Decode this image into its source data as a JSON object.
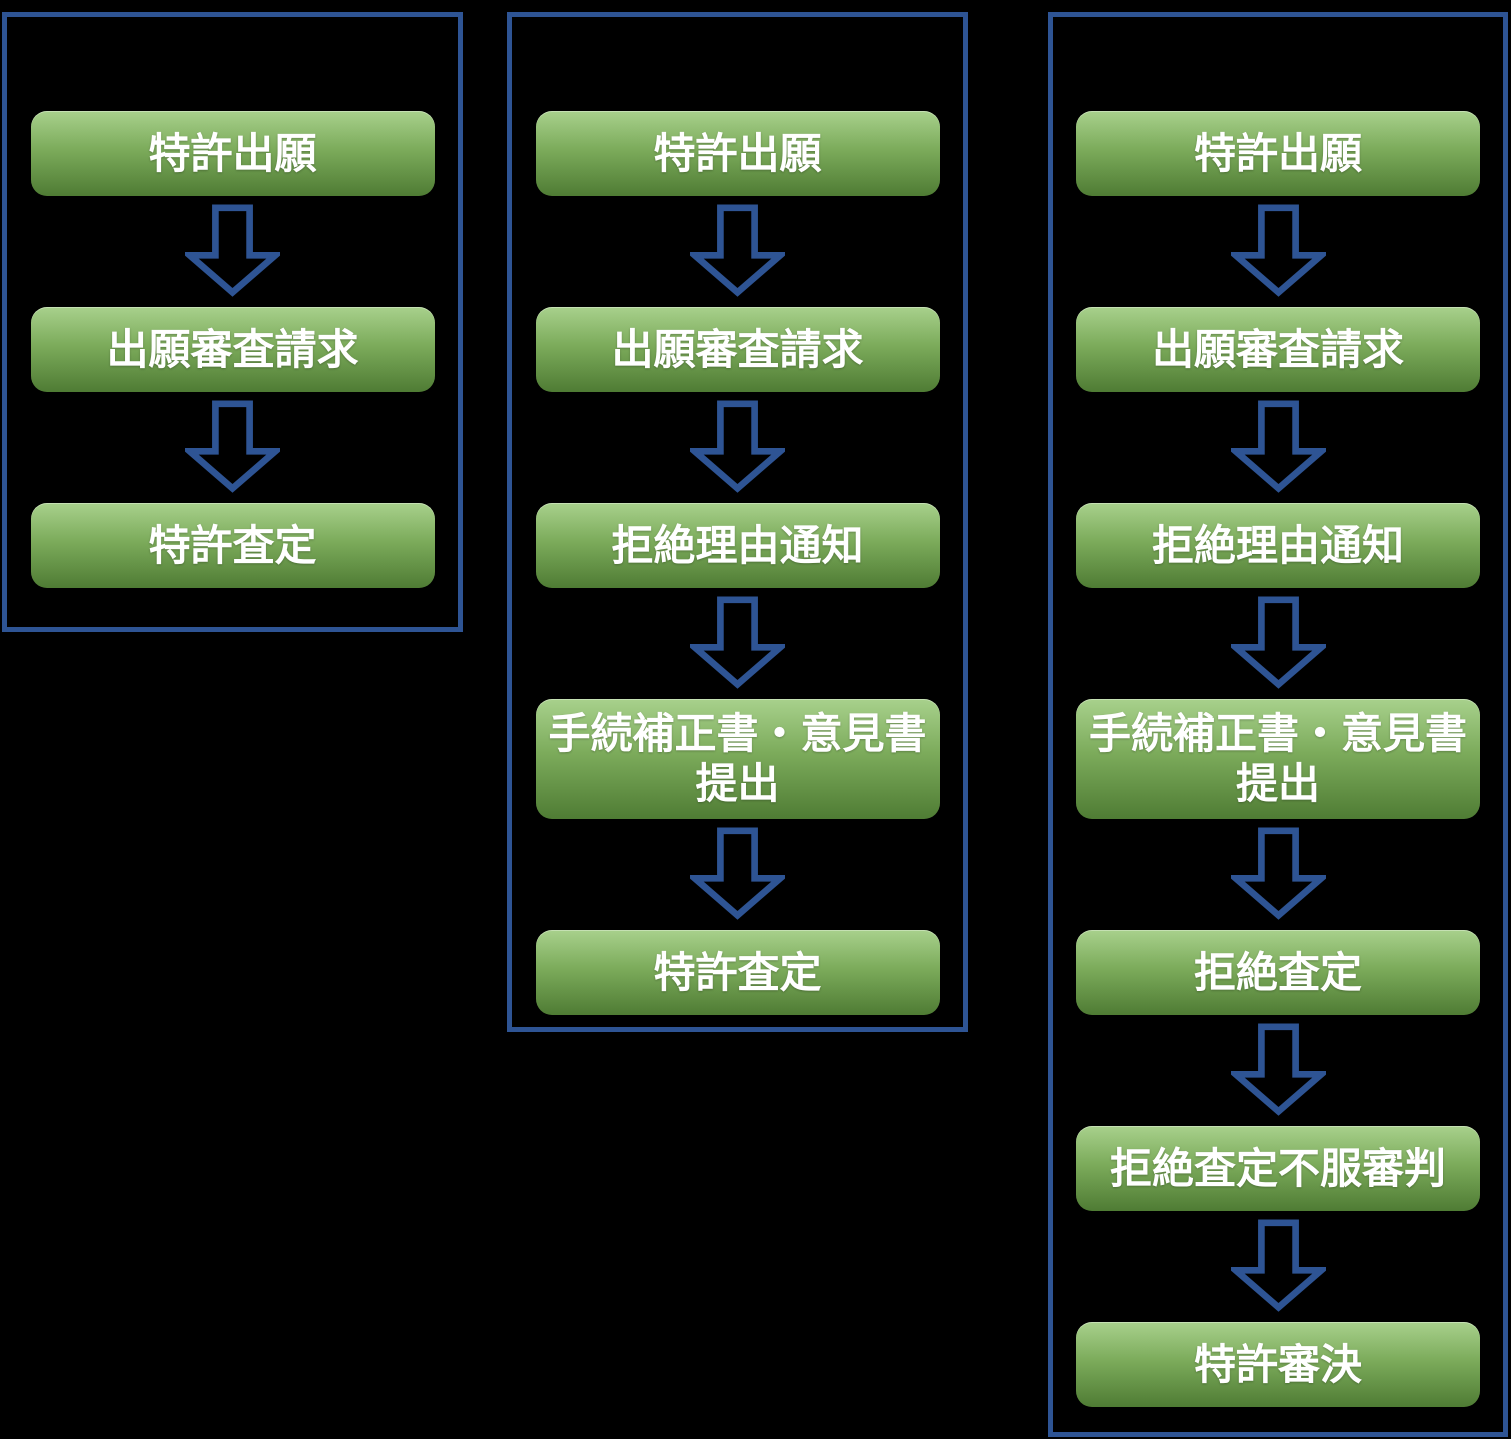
{
  "diagram": {
    "title": "patent-examination-flow",
    "colors": {
      "outline_blue": "#2e5494",
      "box_green_top": "#a8d18c",
      "box_green_mid": "#7cab5b",
      "box_green_bottom": "#4f7c34",
      "label_white": "#ffffff",
      "background": "#000000"
    },
    "columns": [
      {
        "steps": [
          [
            "特許出願"
          ],
          [
            "出願審査請求"
          ],
          [
            "特許査定"
          ]
        ]
      },
      {
        "steps": [
          [
            "特許出願"
          ],
          [
            "出願審査請求"
          ],
          [
            "拒絶理由通知"
          ],
          [
            "手続補正書・意見書",
            "提出"
          ],
          [
            "特許査定"
          ]
        ]
      },
      {
        "steps": [
          [
            "特許出願"
          ],
          [
            "出願審査請求"
          ],
          [
            "拒絶理由通知"
          ],
          [
            "手続補正書・意見書",
            "提出"
          ],
          [
            "拒絶査定"
          ],
          [
            "拒絶査定不服審判"
          ],
          [
            "特許審決"
          ]
        ]
      }
    ]
  }
}
